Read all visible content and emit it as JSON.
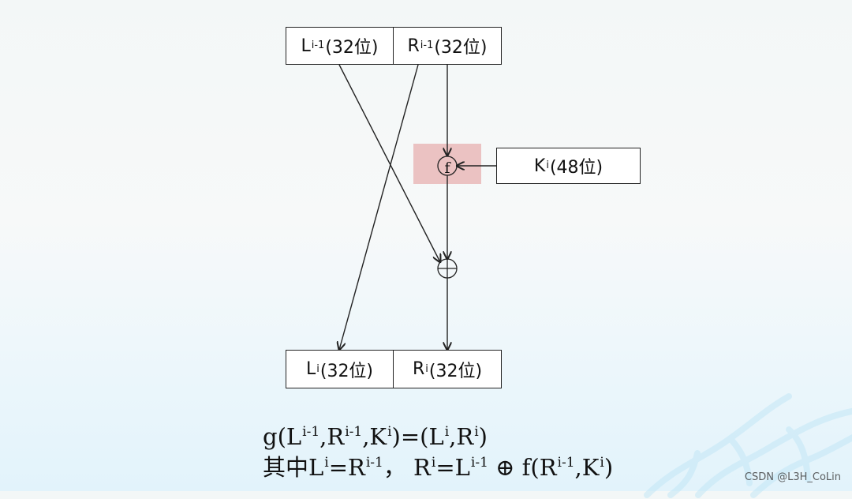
{
  "boxes": {
    "l_prev": {
      "base": "L",
      "sup": "i-1",
      "suffix": "(32位)"
    },
    "r_prev": {
      "base": "R",
      "sup": "i-1",
      "suffix": "(32位)"
    },
    "k": {
      "base": "K",
      "sup": "i",
      "suffix": "(48位)"
    },
    "l_new": {
      "base": "L",
      "sup": "i",
      "suffix": "(32位)"
    },
    "r_new": {
      "base": "R",
      "sup": "i",
      "suffix": "(32位)"
    }
  },
  "operators": {
    "f_symbol": "f",
    "xor_symbol": "⊕"
  },
  "formula": {
    "line1": {
      "t1": "g(L",
      "s1": "i-1",
      "t2": ",R",
      "s2": "i-1",
      "t3": ",K",
      "s3": "i",
      "t4": ")=(L",
      "s4": "i",
      "t5": ",R",
      "s5": "i",
      "t6": ")"
    },
    "line2": {
      "t1": "其中L",
      "s1": "i",
      "t2": "=R",
      "s2": "i-1",
      "t3": "， R",
      "s3": "i",
      "t4": "=L",
      "s4": "i-1",
      "t5": " ⊕ f(R",
      "s5": "i-1",
      "t6": ",K",
      "s6": "i",
      "t7": ")"
    }
  },
  "watermark": "CSDN @L3H_CoLin",
  "colors": {
    "highlight": "#e9b9b9",
    "line": "#222222"
  }
}
